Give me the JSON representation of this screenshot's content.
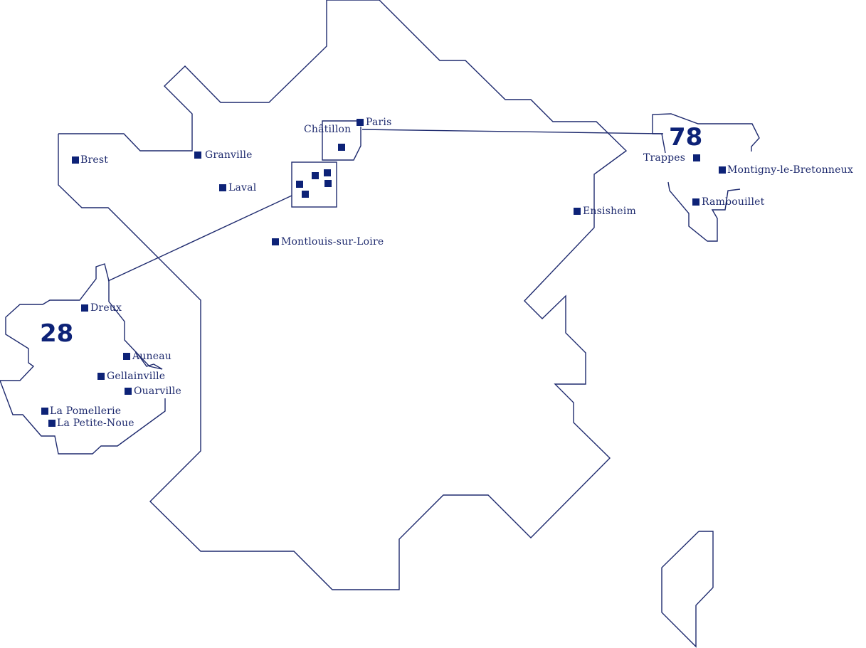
{
  "map": {
    "marker_color": "#0d2277",
    "outline_color": "#1e2a6e",
    "departments": {
      "eure_et_loir": "28",
      "yvelines": "78"
    },
    "cities": {
      "brest": "Brest",
      "granville": "Granville",
      "laval": "Laval",
      "chatillon": "Châtillon",
      "paris": "Paris",
      "montlouis": "Montlouis-sur-Loire",
      "ensisheim": "Ensisheim",
      "trappes": "Trappes",
      "montigny": "Montigny-le-Bretonneux",
      "rambouillet": "Rambouillet",
      "dreux": "Dreux",
      "auneau": "Auneau",
      "gellainville": "Gellainville",
      "ouarville": "Ouarville",
      "la_pomellerie": "La Pomellerie",
      "la_petite_noue": "La Petite-Noue"
    }
  }
}
